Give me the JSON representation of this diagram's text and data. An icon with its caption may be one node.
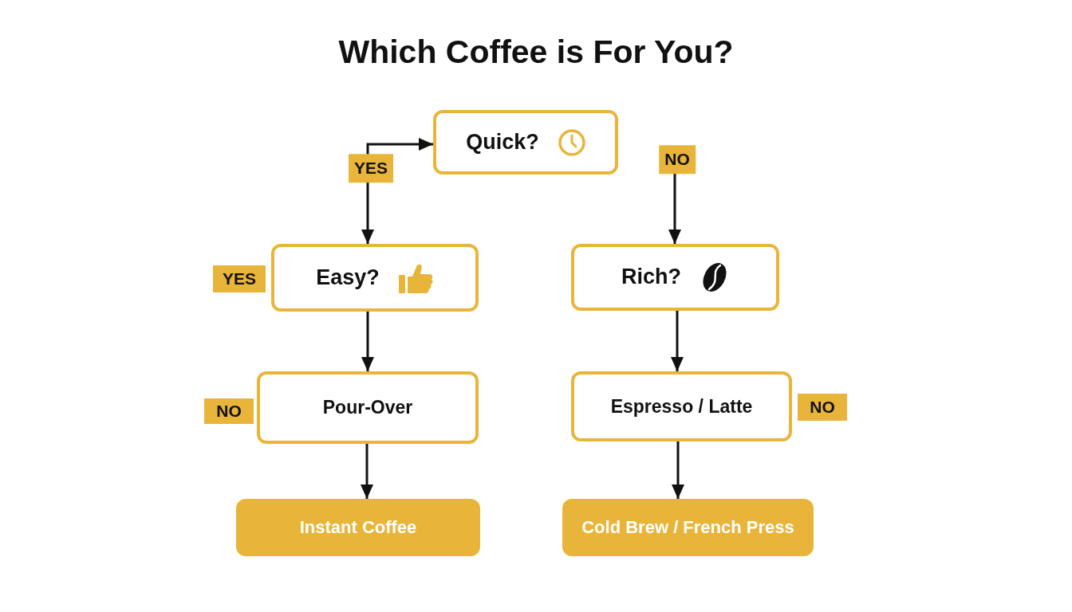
{
  "diagram": {
    "title": "Which Coffee is For You?",
    "nodes": [
      {
        "text": [
          "Quick?"
        ]
      },
      {
        "text": [
          "Easy?"
        ],
        "beside": [
          "YES"
        ]
      },
      {
        "text": [
          "Rich?"
        ]
      },
      {
        "text": [
          "Pour-Over"
        ],
        "beside": [
          "NO"
        ]
      },
      {
        "text": [
          "Espresso / Latte"
        ],
        "beside": [
          "NO"
        ]
      },
      {
        "text": [
          "Instant Coffee"
        ]
      },
      {
        "text": [
          "Cold Brew / French Press"
        ]
      }
    ],
    "edges": [
      {
        "from": 0,
        "to": 1,
        "arrow": "both",
        "label": "YES"
      },
      {
        "from": null,
        "to": 2,
        "arrow": "to",
        "label": "NO"
      },
      {
        "from": 1,
        "to": 3,
        "arrow": "to"
      },
      {
        "from": 2,
        "to": 4,
        "arrow": "to"
      },
      {
        "from": 3,
        "to": 5,
        "arrow": "to"
      },
      {
        "from": 4,
        "to": 6,
        "arrow": "to"
      }
    ]
  }
}
